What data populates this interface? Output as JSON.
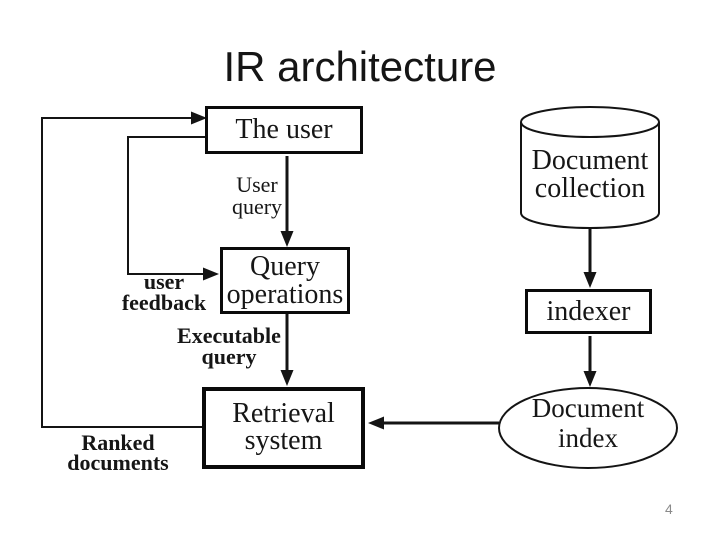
{
  "slide": {
    "title": "IR architecture",
    "page_number": "4",
    "background_color": "#ffffff"
  },
  "colors": {
    "ink": "#161616",
    "line": "#141414",
    "page_number_gray": "#8a8a8a"
  },
  "diagram": {
    "nodes": {
      "the_user": {
        "label": "The user",
        "shape": "rectangle"
      },
      "query_operations": {
        "label": "Query operations",
        "shape": "rectangle"
      },
      "retrieval_system": {
        "label": "Retrieval system",
        "shape": "rectangle"
      },
      "document_collection": {
        "label": "Document collection",
        "shape": "cylinder"
      },
      "indexer": {
        "label": "indexer",
        "shape": "rectangle"
      },
      "document_index": {
        "label": "Document index",
        "shape": "ellipse"
      }
    },
    "edge_labels": {
      "user_query": {
        "label": "User query"
      },
      "user_feedback": {
        "label": "user feedback"
      },
      "executable_query": {
        "label": "Executable query"
      },
      "ranked_documents": {
        "label": "Ranked documents"
      }
    },
    "edges": [
      {
        "from": "The user",
        "to": "Query operations",
        "label": "User query"
      },
      {
        "from": "The user",
        "to": "Query operations",
        "label": "user feedback"
      },
      {
        "from": "Query operations",
        "to": "Retrieval system",
        "label": "Executable query"
      },
      {
        "from": "Retrieval system",
        "to": "The user",
        "label": "Ranked documents"
      },
      {
        "from": "Document collection",
        "to": "indexer",
        "label": ""
      },
      {
        "from": "indexer",
        "to": "Document index",
        "label": ""
      },
      {
        "from": "Document index",
        "to": "Retrieval system",
        "label": ""
      }
    ]
  }
}
